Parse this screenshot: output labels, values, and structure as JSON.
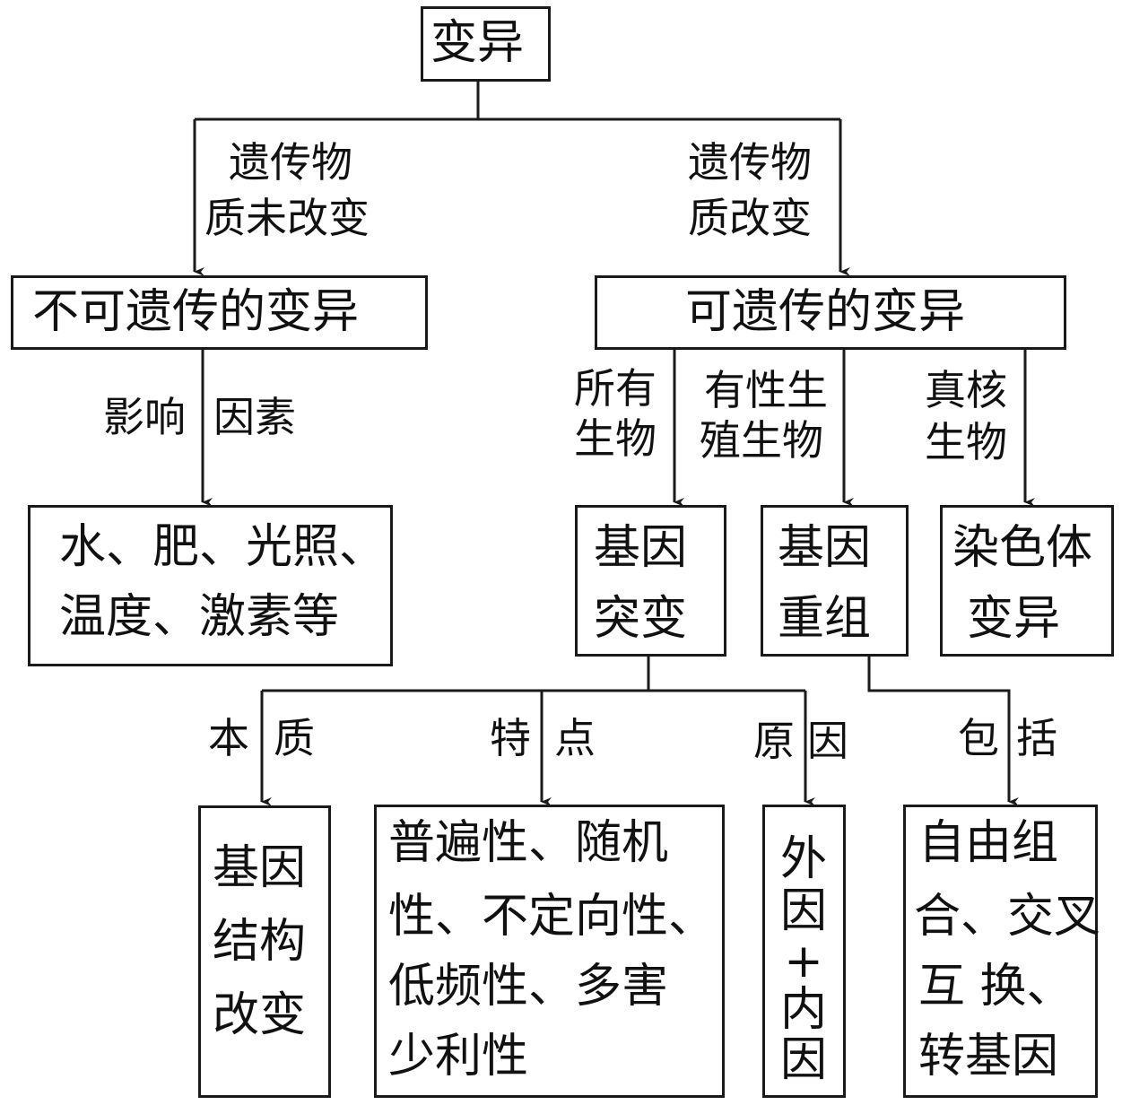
{
  "root": "变异",
  "branches": {
    "left_condition_line1": "遗传物",
    "left_condition_line2": "质未改变",
    "right_condition_line1": "遗传物",
    "right_condition_line2": "质改变"
  },
  "non_heritable": {
    "title": "不可遗传的变异",
    "edge_label_a": "影响",
    "edge_label_b": "因素",
    "factors_line1": "水、肥、光照、",
    "factors_line2": "温度、激素等"
  },
  "heritable": {
    "title": "可遗传的变异",
    "scope1_line1": "所有",
    "scope1_line2": "生物",
    "scope2_line1": "有性生",
    "scope2_line2": "殖生物",
    "scope3_line1": "真核",
    "scope3_line2": "生物"
  },
  "mutation": {
    "line1": "基因",
    "line2": "突变",
    "essence_label_a": "本",
    "essence_label_b": "质",
    "essence_line1": "基因",
    "essence_line2": "结构",
    "essence_line3": "改变",
    "traits_label_a": "特",
    "traits_label_b": "点",
    "traits_line1": "普遍性、随机",
    "traits_line2": "性、不定向性、",
    "traits_line3": "低频性、多害",
    "traits_line4": "少利性",
    "cause_label_a": "原",
    "cause_label_b": "因",
    "cause_chars": [
      "外",
      "因",
      "+",
      "内",
      "因"
    ]
  },
  "recombination": {
    "line1": "基因",
    "line2": "重组",
    "includes_label_a": "包",
    "includes_label_b": "括",
    "includes_line1": "自由组",
    "includes_line2": "合、交叉",
    "includes_line3": "互 换、",
    "includes_line4": "转基因"
  },
  "chromosome": {
    "line1": "染色体",
    "line2": "变异"
  }
}
